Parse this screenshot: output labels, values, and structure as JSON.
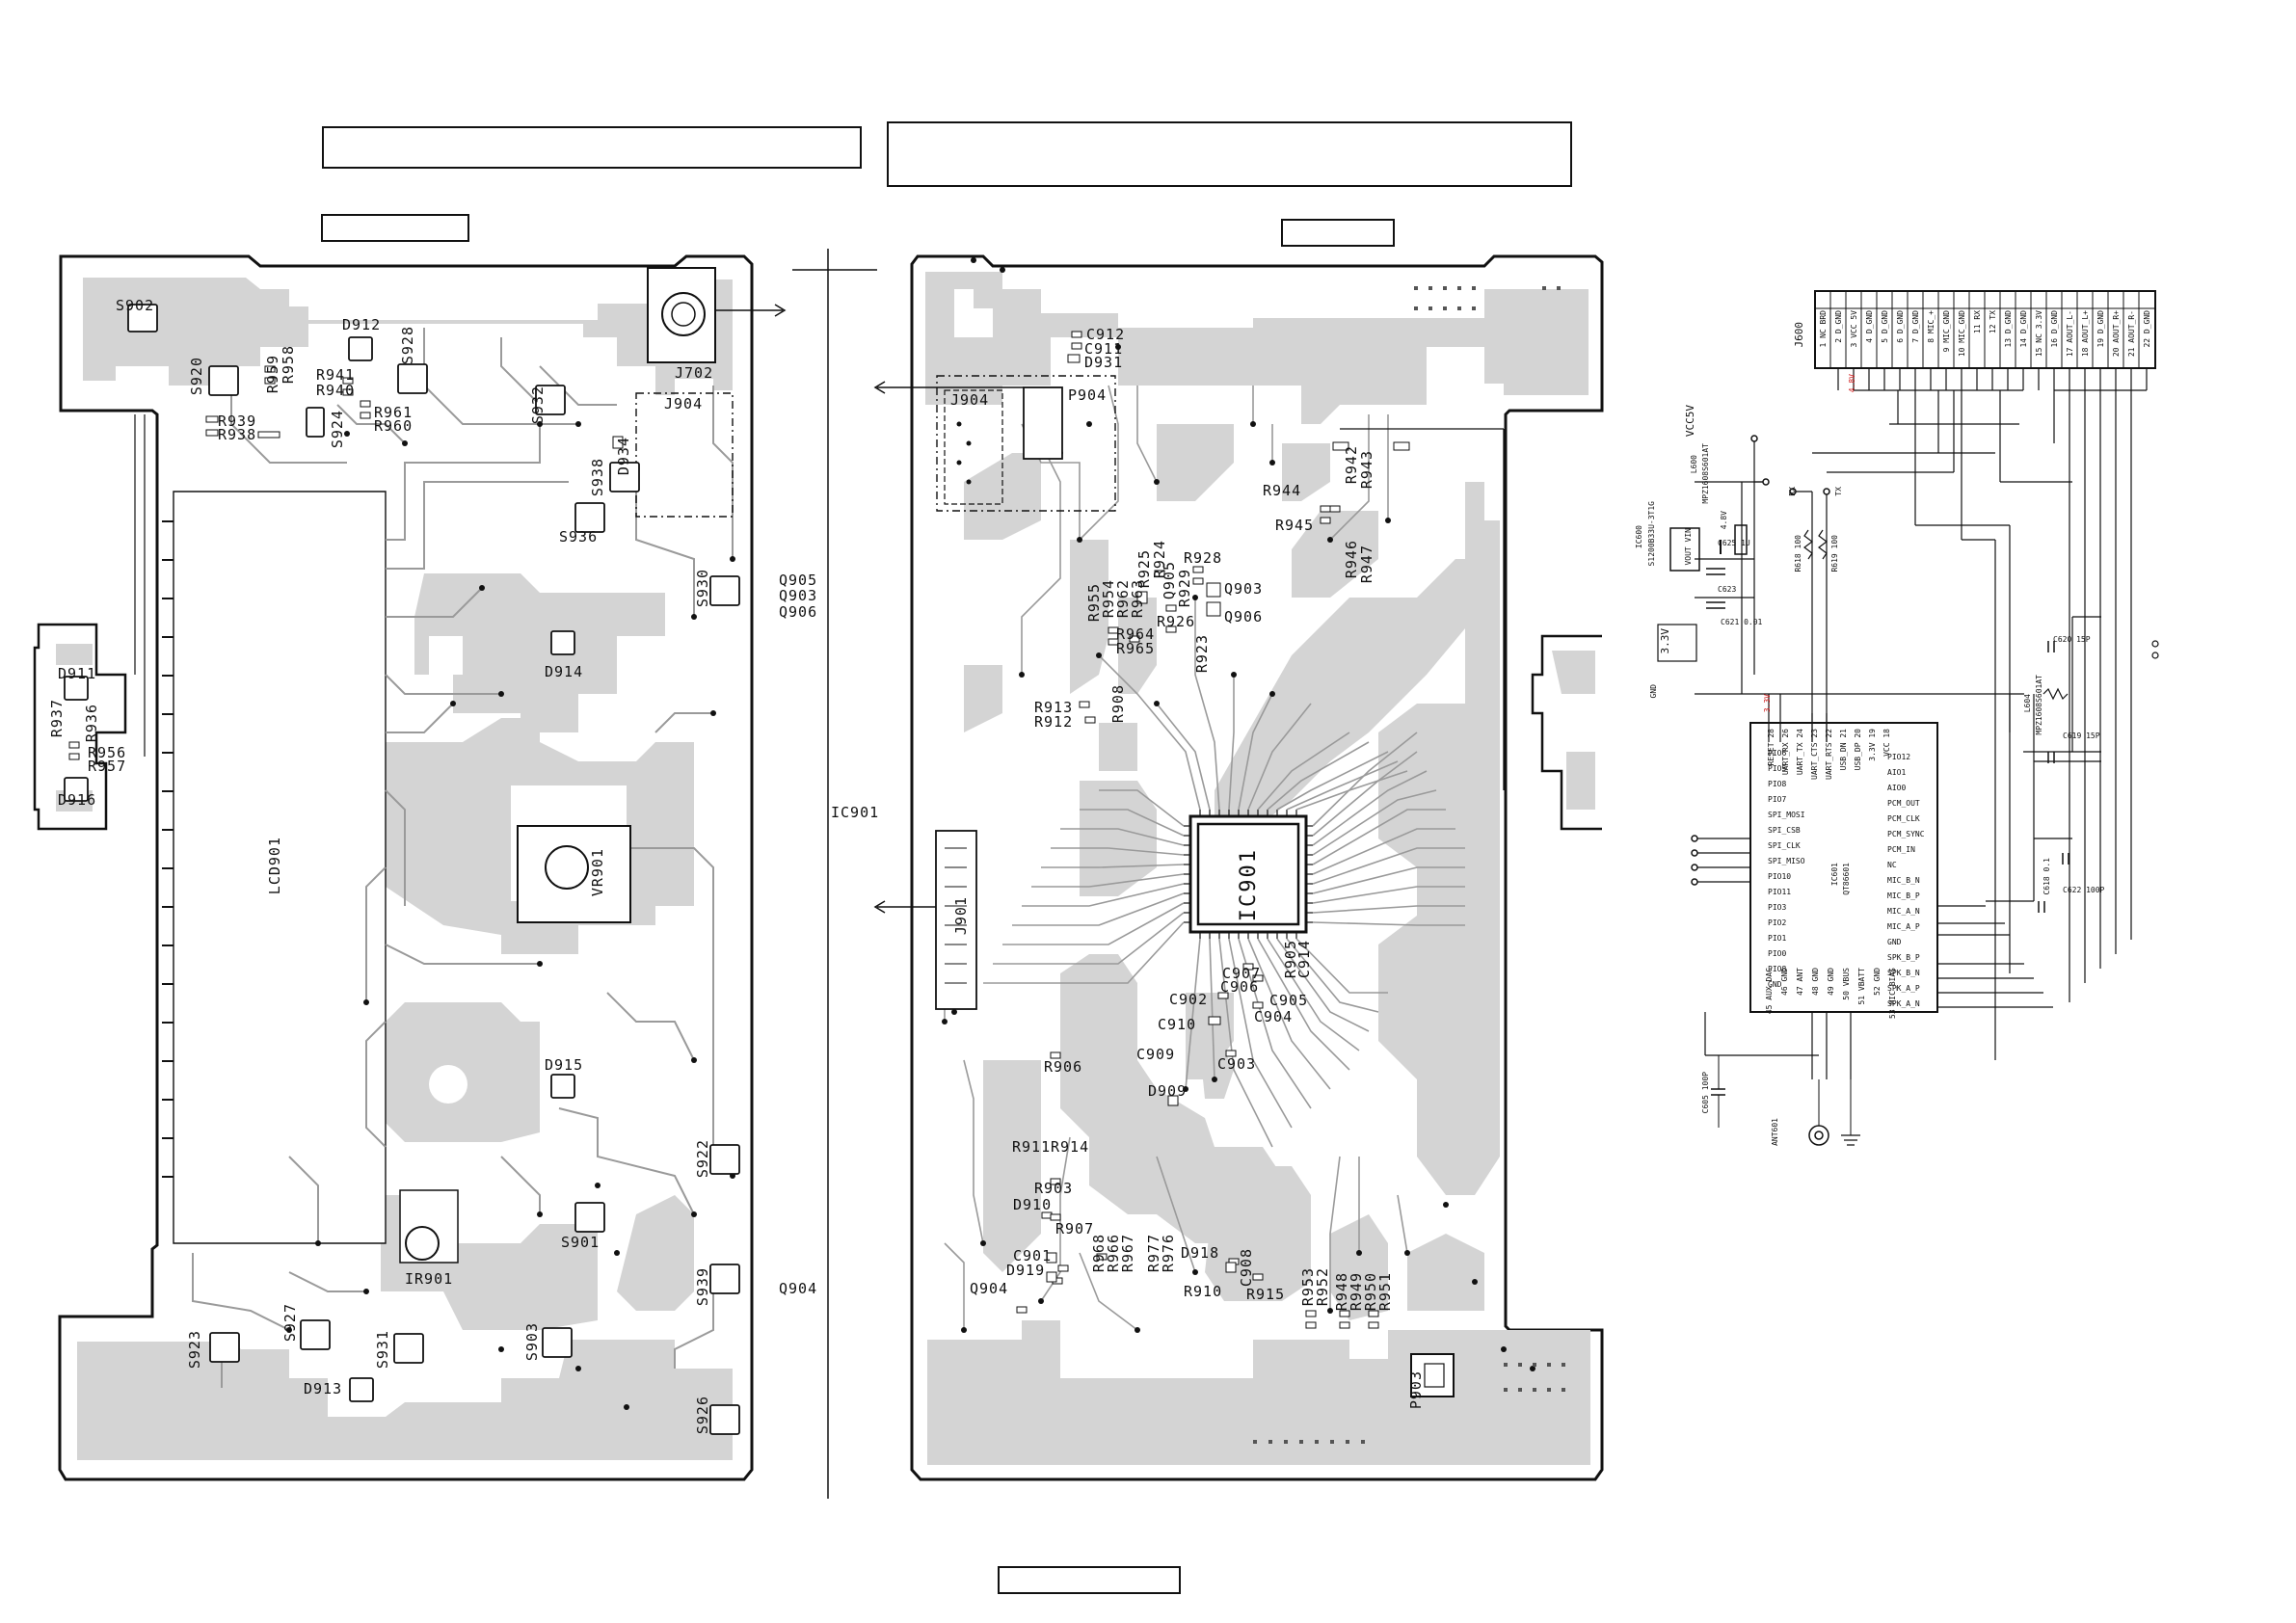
{
  "left_board": {
    "switches": [
      "S902",
      "S920",
      "S928",
      "S924",
      "S932",
      "S938",
      "S936",
      "S930",
      "S922",
      "S901",
      "S939",
      "S926",
      "S923",
      "S927",
      "S931",
      "S903"
    ],
    "diodes": [
      "D912",
      "D934",
      "D914",
      "D915",
      "D913",
      "D911",
      "D916"
    ],
    "resistors": [
      "R959",
      "R958",
      "R941",
      "R940",
      "R961",
      "R960",
      "R939",
      "R938",
      "R937",
      "R936",
      "R956",
      "R957"
    ],
    "parts": [
      "J702",
      "J904",
      "LCD901",
      "VR901",
      "IR901"
    ],
    "side_labels": [
      "Q905",
      "Q903",
      "Q906",
      "IC901",
      "Q904"
    ]
  },
  "right_board": {
    "capacitors": [
      "C912",
      "C911",
      "C907",
      "C906",
      "C905",
      "C914",
      "C902",
      "C904",
      "C910",
      "C909",
      "C903",
      "C901",
      "C908"
    ],
    "diodes": [
      "D931",
      "D909",
      "D910",
      "D919",
      "D918"
    ],
    "transistors": [
      "Q905",
      "Q903",
      "Q906",
      "Q904"
    ],
    "resistors": [
      "R942",
      "R943",
      "R944",
      "R945",
      "R946",
      "R947",
      "R928",
      "R929",
      "R925",
      "R924",
      "R955",
      "R954",
      "R962",
      "R963",
      "R926",
      "R964",
      "R965",
      "R923",
      "R913",
      "R912",
      "R908",
      "R906",
      "R911",
      "R914",
      "R903",
      "R907",
      "R968",
      "R966",
      "R967",
      "R977",
      "R976",
      "R910",
      "R915",
      "R953",
      "R952",
      "R948",
      "R949",
      "R950",
      "R951",
      "R905"
    ],
    "parts": [
      "J904",
      "P904",
      "J901",
      "IC901",
      "P903"
    ]
  },
  "schematic": {
    "connector": "J600",
    "pins": [
      "1 NC BRD",
      "2 D_GND",
      "3 VCC 5V",
      "4 D_GND",
      "5 D_GND",
      "6 D_GND",
      "7 D_GND",
      "8 MIC_+",
      "9 MIC_GND",
      "10 MIC_GND",
      "11 RX",
      "12 TX",
      "13 D_GND",
      "14 D_GND",
      "15 NC 3.3V",
      "16 D_GND",
      "17 AOUT_L-",
      "18 AOUT_L+",
      "19 D_GND",
      "20 AOUT_R+",
      "21 AOUT_R-",
      "22 D_GND"
    ],
    "supply_labels": {
      "vcc": "VCC5V",
      "v48": "4.8V",
      "v33": "3.3V",
      "v33_box": "3.3V",
      "gnd": "GND"
    },
    "regulator": {
      "ref": "IC600",
      "part": "S1200B33U-3T1G",
      "pins": "VOUT VIN"
    },
    "inductor": {
      "ref": "L600",
      "part": "MPZ1608S601AT"
    },
    "inductor2": {
      "ref": "L604",
      "part": "MPZ1608S601AT"
    },
    "passives": [
      "C625 1U",
      "C623",
      "C621 0.01",
      "R618 100",
      "R619 100",
      "C620 15P",
      "C619 15P",
      "C618 0.1",
      "C622 100P",
      "C605 100P"
    ],
    "rx_tx": [
      "RX",
      "TX"
    ],
    "ic": {
      "ref": "IC601",
      "part": "QT86601"
    },
    "ic_top_pins": [
      "RESET 28",
      "UART_RX 26",
      "UART_TX 24",
      "UART_CTS 23",
      "UART_RTS 22",
      "USB_DN 21",
      "USB_DP 20",
      "3.3V 19",
      "VCC 18"
    ],
    "ic_left_pins": [
      "PIO6",
      "PIO5",
      "PIO8",
      "PIO7",
      "SPI_MOSI",
      "SPI_CSB",
      "SPI_CLK",
      "SPI_MISO",
      "PIO10",
      "PIO11",
      "PIO3",
      "PIO2",
      "PIO1",
      "PIO0",
      "PIO8",
      "GND"
    ],
    "ic_right_pins": [
      "PIO12",
      "AIO1",
      "AIO0",
      "PCM_OUT",
      "PCM_CLK",
      "PCM_SYNC",
      "PCM_IN",
      "NC",
      "MIC_B_N",
      "MIC_B_P",
      "MIC_A_N",
      "MIC_A_P",
      "GND",
      "SPK_B_P",
      "SPK_B_N",
      "SPK_A_P",
      "SPK_A_N"
    ],
    "ic_bottom_pins": [
      "45 AUX_DAC",
      "46 GND",
      "47 ANT",
      "48 GND",
      "49 GND",
      "50 VBUS",
      "51 VBATT",
      "52 GND",
      "53 MIC_BIAS"
    ],
    "antenna": "ANT601"
  }
}
